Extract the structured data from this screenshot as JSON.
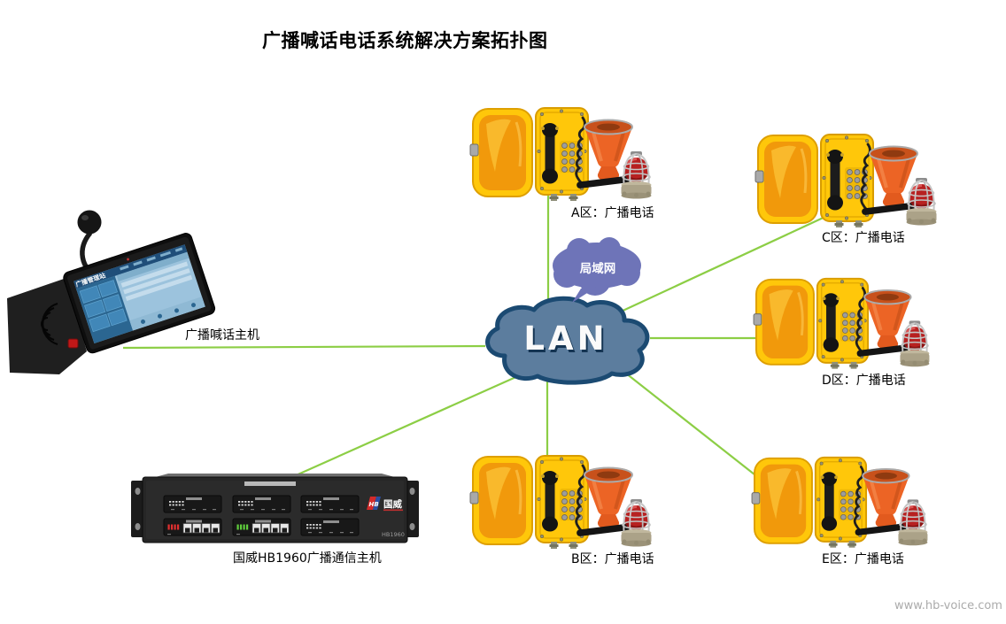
{
  "title": "广播喊话电话系统解决方案拓扑图",
  "watermark": "www.hb-voice.com",
  "colors": {
    "line_green": "#8ccе45",
    "line_green_hex": "#8CCE45",
    "cloud_fill": "#5C7D9E",
    "cloud_border": "#1B4A72",
    "bubble_fill": "#6E74B8",
    "station_yellow": "#FFC70A",
    "horn_orange": "#EC6425",
    "beacon_red": "#B72121"
  },
  "network": {
    "lan_label": "LAN",
    "bubble_label": "局域网"
  },
  "devices": {
    "console": {
      "label": "广播喊话主机",
      "screen_title": "广播管理站"
    },
    "server": {
      "label": "国威HB1960广播通信主机",
      "brand_logo": "HB",
      "brand_name": "国威",
      "model": "HB1960"
    },
    "stations": [
      {
        "zone": "A",
        "label": "A区：广播电话"
      },
      {
        "zone": "B",
        "label": "B区：广播电话"
      },
      {
        "zone": "C",
        "label": "C区：广播电话"
      },
      {
        "zone": "D",
        "label": "D区：广播电话"
      },
      {
        "zone": "E",
        "label": "E区：广播电话"
      }
    ]
  }
}
